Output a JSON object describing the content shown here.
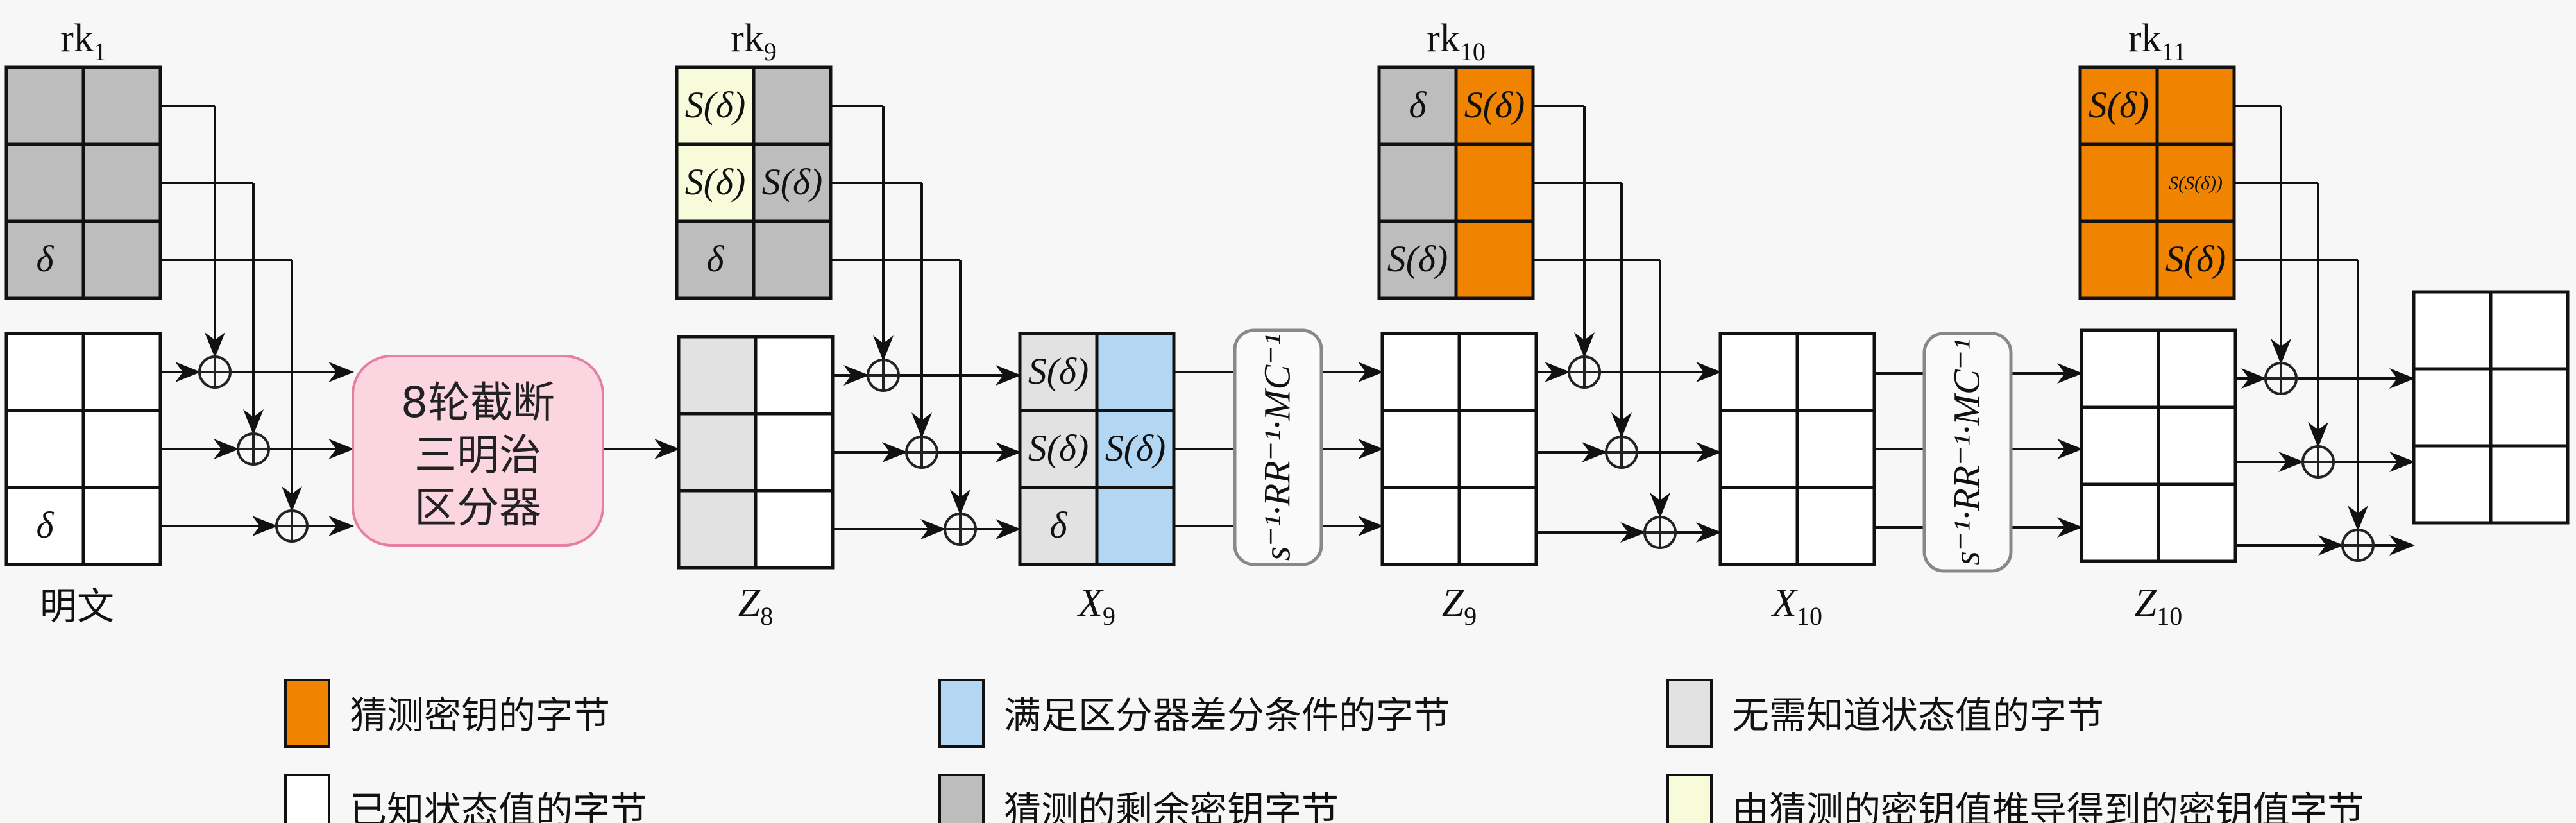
{
  "colors": {
    "background": "#f7f7f7",
    "guessed_key": "#f08300",
    "distinguisher_condition": "#b3d7f2",
    "unneeded_state": "#e2e2e2",
    "known_state": "#ffffff",
    "remaining_key": "#bdbdbd",
    "derived_key": "#f8fbd9",
    "distinguisher_box": "#fbd5e0",
    "distinguisher_border": "#e77fa0",
    "op_box_border": "#888888"
  },
  "keys": [
    {
      "id": "rk1",
      "label_base": "rk",
      "label_sub": "1",
      "cells": [
        [
          "remaining_key",
          ""
        ],
        [
          "remaining_key",
          ""
        ],
        [
          "remaining_key",
          ""
        ],
        [
          "remaining_key",
          ""
        ],
        [
          "remaining_key",
          "δ"
        ],
        [
          "remaining_key",
          ""
        ]
      ]
    },
    {
      "id": "rk9",
      "label_base": "rk",
      "label_sub": "9",
      "cells": [
        [
          "derived_key",
          "S(δ)"
        ],
        [
          "remaining_key",
          ""
        ],
        [
          "derived_key",
          "S(δ)"
        ],
        [
          "remaining_key",
          "S(δ)"
        ],
        [
          "remaining_key",
          "δ"
        ],
        [
          "remaining_key",
          ""
        ]
      ]
    },
    {
      "id": "rk10",
      "label_base": "rk",
      "label_sub": "10",
      "cells": [
        [
          "remaining_key",
          "δ"
        ],
        [
          "guessed_key",
          "S(δ)"
        ],
        [
          "remaining_key",
          ""
        ],
        [
          "guessed_key",
          ""
        ],
        [
          "remaining_key",
          "S(δ)"
        ],
        [
          "guessed_key",
          ""
        ]
      ]
    },
    {
      "id": "rk11",
      "label_base": "rk",
      "label_sub": "11",
      "cells": [
        [
          "guessed_key",
          "S(δ)"
        ],
        [
          "guessed_key",
          ""
        ],
        [
          "guessed_key",
          ""
        ],
        [
          "guessed_key",
          "S(S(δ))"
        ],
        [
          "guessed_key",
          ""
        ],
        [
          "guessed_key",
          "S(δ)"
        ]
      ]
    }
  ],
  "states": [
    {
      "id": "plaintext",
      "label": "明文",
      "label_sub": "",
      "cells": [
        [
          "known_state",
          ""
        ],
        [
          "known_state",
          ""
        ],
        [
          "known_state",
          ""
        ],
        [
          "known_state",
          ""
        ],
        [
          "known_state",
          "δ"
        ],
        [
          "known_state",
          ""
        ]
      ]
    },
    {
      "id": "z8",
      "label": "Z",
      "label_sub": "8",
      "cells": [
        [
          "unneeded_state",
          ""
        ],
        [
          "known_state",
          ""
        ],
        [
          "unneeded_state",
          ""
        ],
        [
          "known_state",
          ""
        ],
        [
          "unneeded_state",
          ""
        ],
        [
          "known_state",
          ""
        ]
      ]
    },
    {
      "id": "x9",
      "label": "X",
      "label_sub": "9",
      "cells": [
        [
          "unneeded_state",
          "S(δ)"
        ],
        [
          "distinguisher_condition",
          ""
        ],
        [
          "unneeded_state",
          "S(δ)"
        ],
        [
          "distinguisher_condition",
          "S(δ)"
        ],
        [
          "unneeded_state",
          "δ"
        ],
        [
          "distinguisher_condition",
          ""
        ]
      ]
    },
    {
      "id": "z9",
      "label": "Z",
      "label_sub": "9",
      "cells": [
        [
          "known_state",
          ""
        ],
        [
          "known_state",
          ""
        ],
        [
          "known_state",
          ""
        ],
        [
          "known_state",
          ""
        ],
        [
          "known_state",
          ""
        ],
        [
          "known_state",
          ""
        ]
      ]
    },
    {
      "id": "x10",
      "label": "X",
      "label_sub": "10",
      "cells": [
        [
          "known_state",
          ""
        ],
        [
          "known_state",
          ""
        ],
        [
          "known_state",
          ""
        ],
        [
          "known_state",
          ""
        ],
        [
          "known_state",
          ""
        ],
        [
          "known_state",
          ""
        ]
      ]
    },
    {
      "id": "z10",
      "label": "Z",
      "label_sub": "10",
      "cells": [
        [
          "known_state",
          ""
        ],
        [
          "known_state",
          ""
        ],
        [
          "known_state",
          ""
        ],
        [
          "known_state",
          ""
        ],
        [
          "known_state",
          ""
        ],
        [
          "known_state",
          ""
        ]
      ]
    },
    {
      "id": "ciphertext",
      "label": "",
      "label_sub": "",
      "cells": [
        [
          "known_state",
          ""
        ],
        [
          "known_state",
          ""
        ],
        [
          "known_state",
          ""
        ],
        [
          "known_state",
          ""
        ],
        [
          "known_state",
          ""
        ],
        [
          "known_state",
          ""
        ]
      ]
    }
  ],
  "distinguisher": {
    "lines": [
      "8轮截断",
      "三明治",
      "区分器"
    ]
  },
  "inverse_op": {
    "text": "s⁻¹·RR⁻¹·MC⁻¹"
  },
  "legend": [
    {
      "color_key": "guessed_key",
      "label": "猜测密钥的字节"
    },
    {
      "color_key": "distinguisher_condition",
      "label": "满足区分器差分条件的字节"
    },
    {
      "color_key": "unneeded_state",
      "label": "无需知道状态值的字节"
    },
    {
      "color_key": "known_state",
      "label": "已知状态值的字节"
    },
    {
      "color_key": "remaining_key",
      "label": "猜测的剩余密钥字节"
    },
    {
      "color_key": "derived_key",
      "label": "由猜测的密钥值推导得到的密钥值字节"
    }
  ]
}
